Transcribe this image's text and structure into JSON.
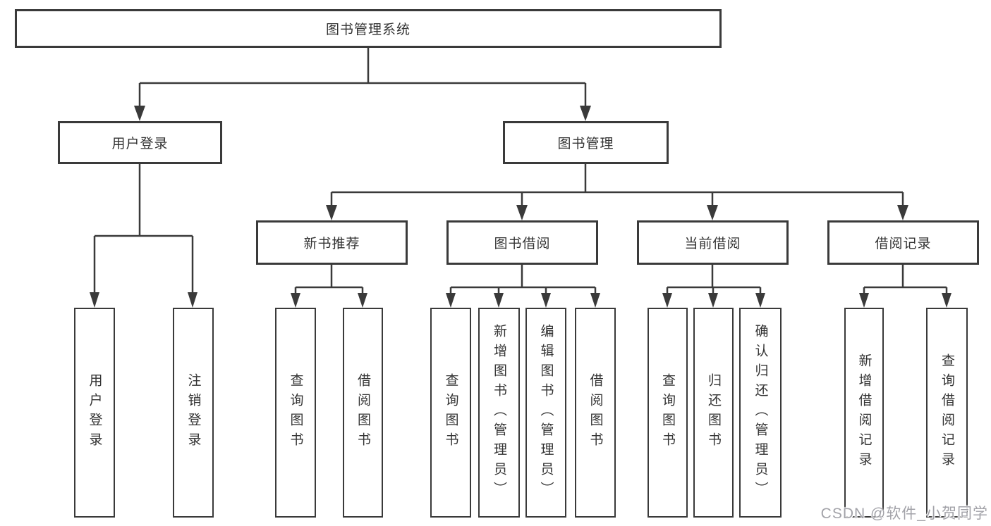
{
  "diagram": {
    "root": "图书管理系统",
    "level2": {
      "user_login": "用户登录",
      "book_mgmt": "图书管理"
    },
    "level3": {
      "new_book": "新书推荐",
      "borrow": "图书借阅",
      "current": "当前借阅",
      "records": "借阅记录"
    },
    "leaves": {
      "login": "用户登录",
      "logout": "注销登录",
      "nb_query": "查询图书",
      "nb_borrow": "借阅图书",
      "bw_query": "查询图书",
      "bw_add": "新增图书（管理员）",
      "bw_edit": "编辑图书（管理员）",
      "bw_borrow": "借阅图书",
      "cur_query": "查询图书",
      "cur_return": "归还图书",
      "cur_confirm": "确认归还（管理员）",
      "rec_add": "新增借阅记录",
      "rec_query": "查询借阅记录"
    }
  },
  "watermark": {
    "text": "CSDN @软件_小贺同学"
  },
  "colors": {
    "line": "#3a3a3a",
    "border": "#3a3a3a",
    "text": "#333333",
    "background": "#ffffff",
    "watermark": "#a2a2a8"
  }
}
